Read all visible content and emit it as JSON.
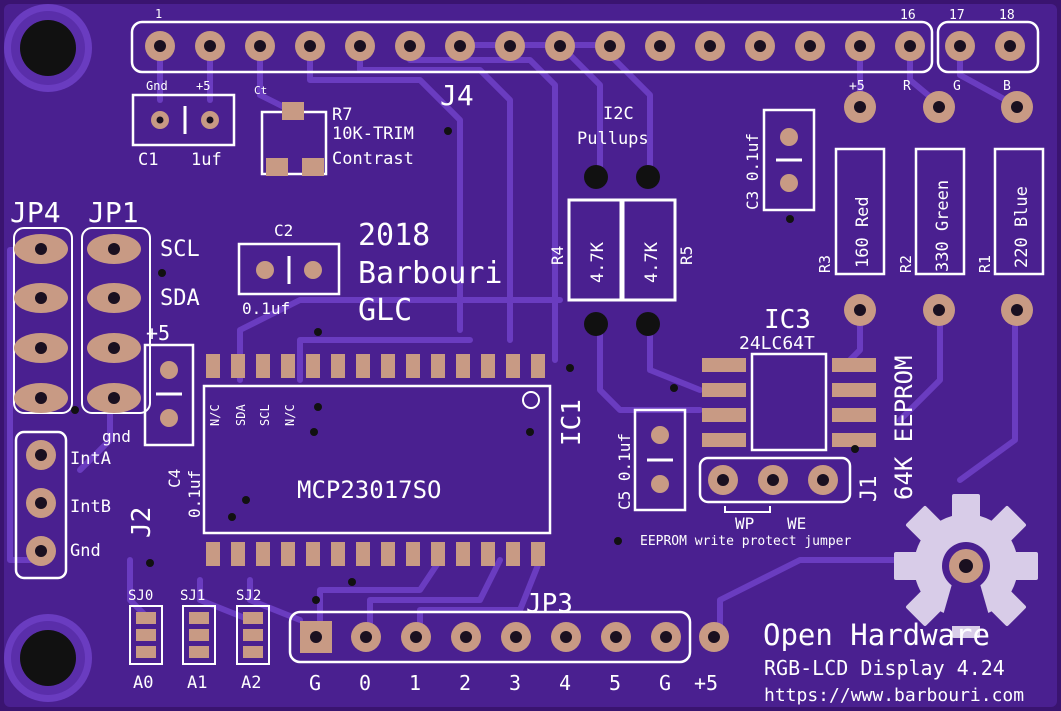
{
  "colors": {
    "substrate": "#3a1470",
    "copper_pour": "#5a2eaa",
    "trace": "#6a3cc0",
    "silkscreen": "#ffffff",
    "pad": "#c89a84",
    "drill": "#1a1020",
    "logo": "#d8cce8"
  },
  "header": {
    "ref": "J4",
    "pin_first": "1",
    "pin_16": "16",
    "pin_17": "17",
    "pin_18": "18",
    "gnd_label": "Gnd",
    "plus5_label": "+5",
    "ct_label": "Ct",
    "plus5b_label": "+5",
    "r_label": "R",
    "g_label": "G",
    "b_label": "B"
  },
  "c1": {
    "ref": "C1",
    "value": "1uf"
  },
  "r7": {
    "ref": "R7",
    "value": "10K-TRIM",
    "name": "Contrast"
  },
  "i2c": {
    "line1": "I2C",
    "line2": "Pullups"
  },
  "r4": {
    "ref": "R4",
    "value": "4.7K"
  },
  "r5": {
    "ref": "R5",
    "value": "4.7K"
  },
  "c3": {
    "ref": "C3",
    "value": "0.1uf"
  },
  "r3": {
    "ref": "R3",
    "value": "160 Red"
  },
  "r2": {
    "ref": "R2",
    "value": "330 Green"
  },
  "r1": {
    "ref": "R1",
    "value": "220 Blue"
  },
  "jp4": {
    "ref": "JP4"
  },
  "jp1": {
    "ref": "JP1"
  },
  "scl_label": "SCL",
  "sda_label": "SDA",
  "plus5_left": "+5",
  "gnd_small": "gnd",
  "c2": {
    "ref": "C2",
    "value": "0.1uf"
  },
  "title": {
    "line1": "2018",
    "line2": "Barbouri",
    "line3": "GLC"
  },
  "ic3": {
    "ref": "IC3",
    "part": "24LC64T",
    "desc": "64K EEPROM"
  },
  "c4": {
    "ref": "C4",
    "value": "0.1uf"
  },
  "ic1": {
    "ref": "IC1",
    "part": "MCP23017SO",
    "pin_nc1": "N/C",
    "pin_sda": "SDA",
    "pin_scl": "SCL",
    "pin_nc2": "N/C"
  },
  "c5": {
    "ref": "C5",
    "value": "0.1uf"
  },
  "j1": {
    "ref": "J1",
    "wp": "WP",
    "we": "WE"
  },
  "eeprom_note": "EEPROM write protect jumper",
  "j2": {
    "ref": "J2",
    "inta": "IntA",
    "intb": "IntB",
    "gnd": "Gnd"
  },
  "sj": [
    "SJ0",
    "SJ1",
    "SJ2"
  ],
  "addr": [
    "A0",
    "A1",
    "A2"
  ],
  "jp3": {
    "ref": "JP3",
    "labels": [
      "G",
      "0",
      "1",
      "2",
      "3",
      "4",
      "5",
      "G"
    ],
    "plus5": "+5"
  },
  "footer": {
    "open_hw": "Open Hardware",
    "product": "RGB-LCD Display 4.24",
    "url": "https://www.barbouri.com"
  }
}
